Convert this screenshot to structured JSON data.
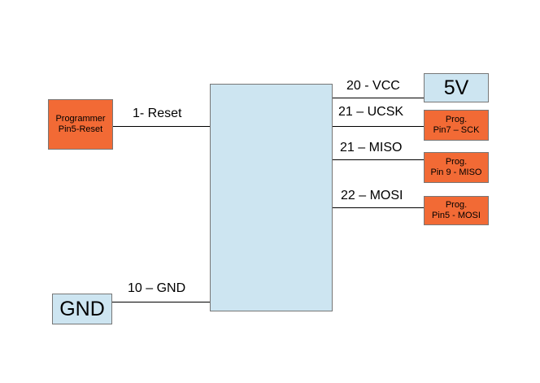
{
  "chip": {
    "label": ""
  },
  "left": {
    "programmer": {
      "line1": "Programmer",
      "line2": "Pin5-Reset"
    },
    "gnd_box": "GND",
    "reset_label": "1- Reset",
    "gnd_label": "10 – GND"
  },
  "right": {
    "vcc_label": "20 - VCC",
    "vcc_box": "5V",
    "ucsk_label": "21 – UCSK",
    "sck_box": {
      "line1": "Prog.",
      "line2": "Pin7 – SCK"
    },
    "miso_label": "21 – MISO",
    "miso_box": {
      "line1": "Prog.",
      "line2": "Pin 9 - MISO"
    },
    "mosi_label": "22 – MOSI",
    "mosi_box": {
      "line1": "Prog.",
      "line2": "Pin5 - MOSI"
    }
  },
  "colors": {
    "orange": "#f26a35",
    "blue": "#cde5f1"
  }
}
